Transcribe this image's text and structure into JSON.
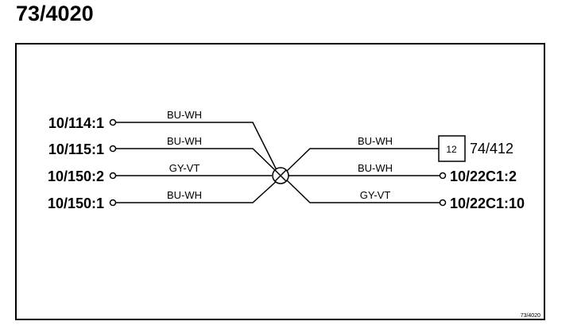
{
  "title": "73/4020",
  "footer_ref": "73/4020",
  "left_connectors": [
    {
      "label": "10/114:1",
      "wire": "BU-WH"
    },
    {
      "label": "10/115:1",
      "wire": "BU-WH"
    },
    {
      "label": "10/150:2",
      "wire": "GY-VT"
    },
    {
      "label": "10/150:1",
      "wire": "BU-WH"
    }
  ],
  "right_connectors": [
    {
      "label": "74/412",
      "wire": "BU-WH",
      "box": "12"
    },
    {
      "label": "10/22C1:2",
      "wire": "BU-WH"
    },
    {
      "label": "10/22C1:10",
      "wire": "GY-VT"
    }
  ]
}
